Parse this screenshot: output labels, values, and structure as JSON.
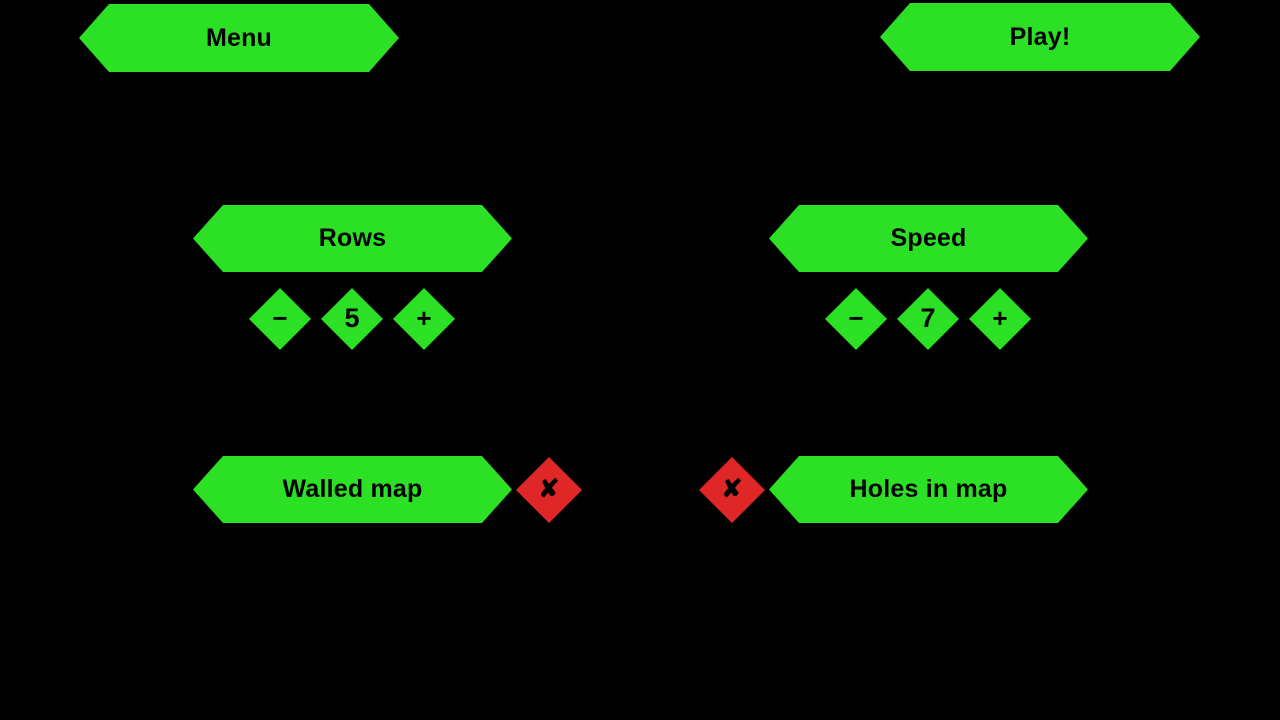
{
  "app": {
    "background_color": "#000000",
    "accent_color": "#2be025",
    "off_color": "#e02727",
    "text_color": "#000000"
  },
  "topbar": {
    "menu_label": "Menu",
    "play_label": "Play!"
  },
  "settings": [
    {
      "id": "rows",
      "label": "Rows",
      "type": "stepper",
      "value": "5",
      "decrement_label": "−",
      "increment_label": "+"
    },
    {
      "id": "speed",
      "label": "Speed",
      "type": "stepper",
      "value": "7",
      "decrement_label": "−",
      "increment_label": "+"
    },
    {
      "id": "walled_map",
      "label": "Walled map",
      "type": "toggle",
      "state": "off",
      "state_glyph": "✘",
      "toggle_side": "right"
    },
    {
      "id": "holes_in_map",
      "label": "Holes in map",
      "type": "toggle",
      "state": "off",
      "state_glyph": "✘",
      "toggle_side": "left"
    }
  ]
}
